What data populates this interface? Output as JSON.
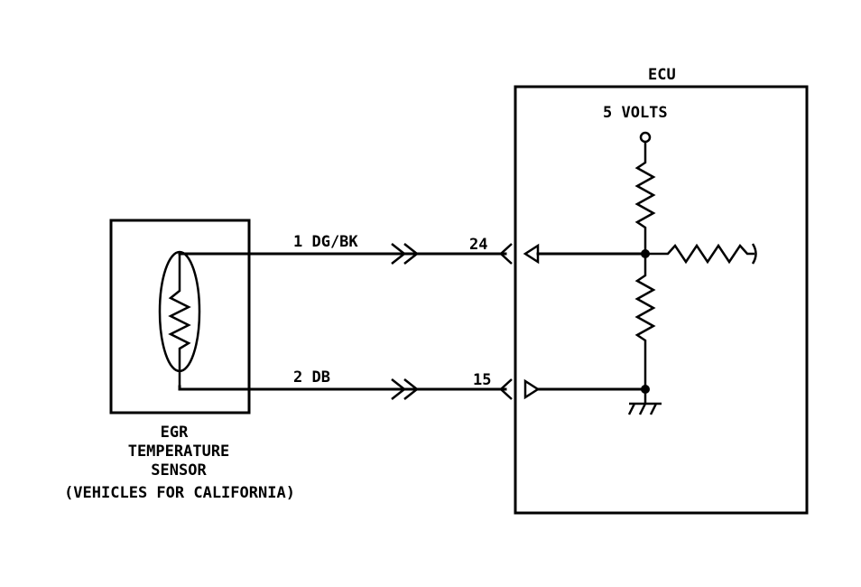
{
  "ecu": {
    "title": "ECU",
    "supply_label": "5 VOLTS"
  },
  "sensor": {
    "line1": "EGR",
    "line2": "TEMPERATURE",
    "line3": "SENSOR",
    "line4": "(VEHICLES FOR CALIFORNIA)"
  },
  "wires": [
    {
      "pin": "1",
      "color": "DG/BK",
      "label": "1 DG/BK",
      "ecu_terminal": "24"
    },
    {
      "pin": "2",
      "color": "DB",
      "label": "2 DB",
      "ecu_terminal": "15"
    }
  ]
}
